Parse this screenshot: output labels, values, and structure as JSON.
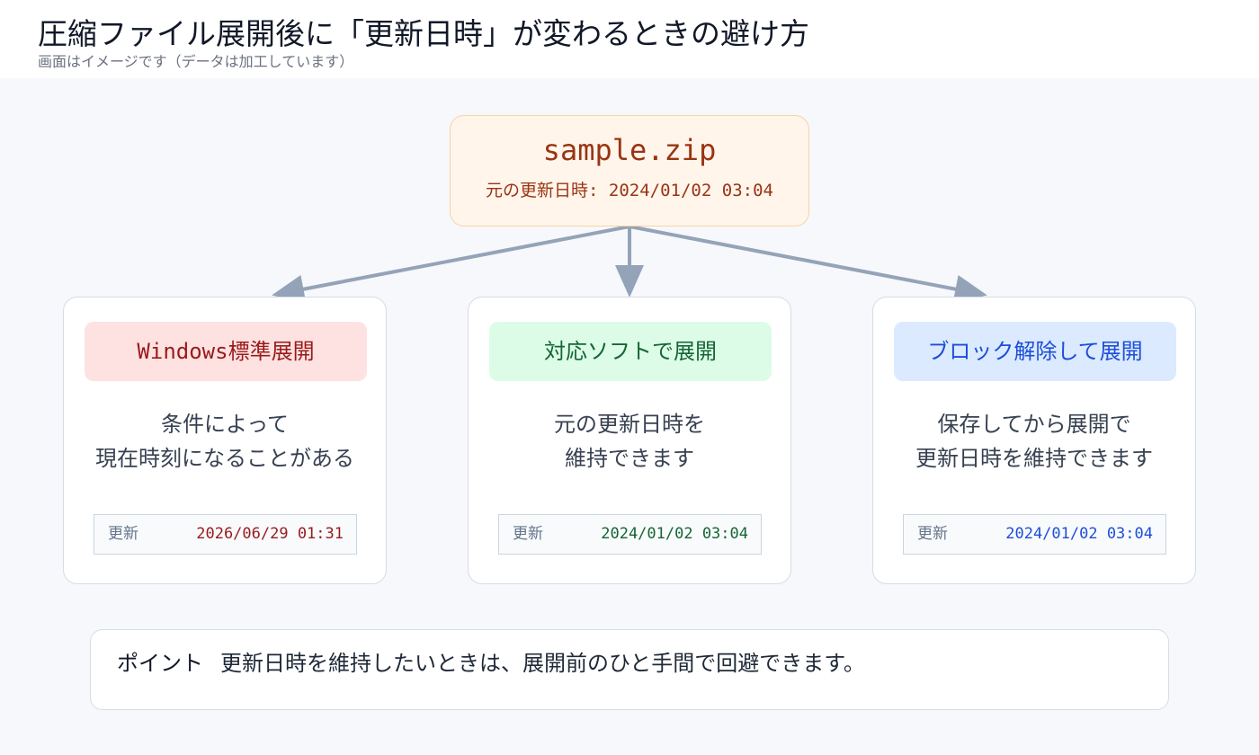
{
  "header": {
    "title": "圧縮ファイル展開後に「更新日時」が変わるときの避け方",
    "subtitle": "画面はイメージです（データは加工しています）"
  },
  "source": {
    "file_name": "sample.zip",
    "date_line": "元の更新日時: 2024/01/02 03:04"
  },
  "methods": [
    {
      "label": "Windows標準展開",
      "desc_lines": [
        "条件によって",
        "現在時刻になることがある"
      ],
      "stamp_key": "更新",
      "stamp_value": "2026/06/29 01:31",
      "accent": "#991b1b"
    },
    {
      "label": "対応ソフトで展開",
      "desc_lines": [
        "元の更新日時を",
        "維持できます"
      ],
      "stamp_key": "更新",
      "stamp_value": "2024/01/02 03:04",
      "accent": "#166534"
    },
    {
      "label": "ブロック解除して展開",
      "desc_lines": [
        "保存してから展開で",
        "更新日時を維持できます"
      ],
      "stamp_key": "更新",
      "stamp_value": "2024/01/02 03:04",
      "accent": "#1d4ed8"
    }
  ],
  "note": {
    "label": "ポイント",
    "text": "更新日時を維持したいときは、展開前のひと手間で回避できます。"
  },
  "colors": {
    "arrow": "#94a3b8",
    "source_bg": "#fff5eb",
    "canvas_bg": "#f6f8fb"
  }
}
